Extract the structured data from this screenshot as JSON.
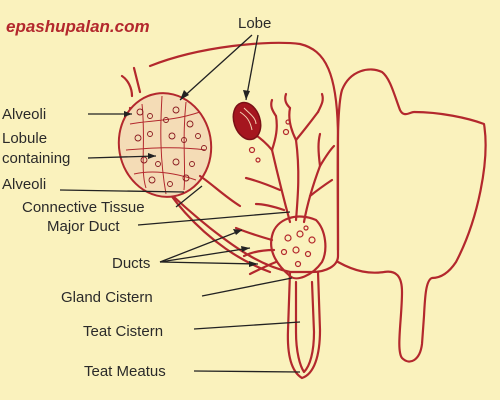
{
  "watermark": "epashupalan.com",
  "labels": {
    "lobe": "Lobe",
    "alveoli": "Alveoli",
    "lobule_line1": "Lobule",
    "lobule_line2": "containing",
    "lobule_line3": "Alveoli",
    "connective_tissue": "Connective Tissue",
    "major_duct": "Major Duct",
    "ducts": "Ducts",
    "gland_cistern": "Gland Cistern",
    "teat_cistern": "Teat Cistern",
    "teat_meatus": "Teat Meatus"
  },
  "colors": {
    "background": "#faf2bd",
    "outline": "#b3282d",
    "text": "#2a2a2a",
    "watermark": "#b3282d",
    "lobe_fill": "#a5161f"
  }
}
